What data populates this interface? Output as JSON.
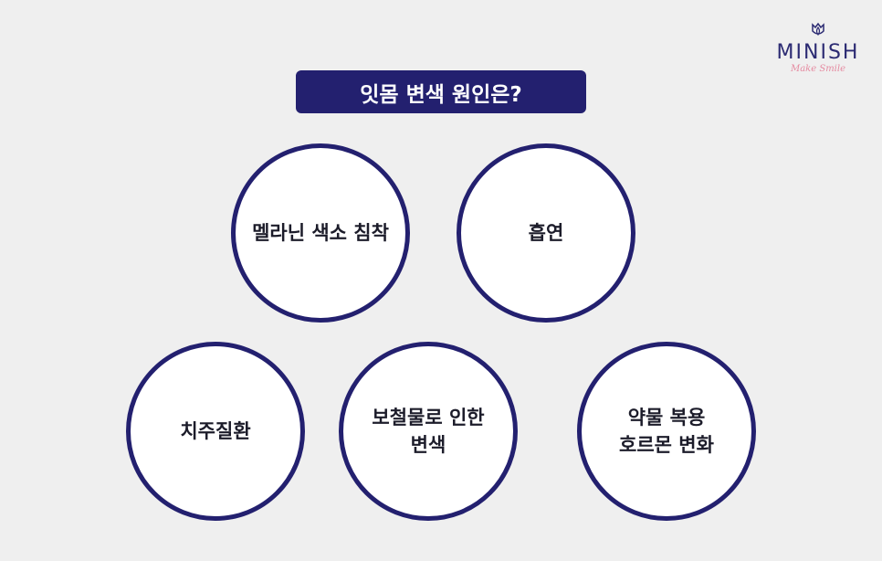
{
  "logo": {
    "mark_icon": "tulip-icon",
    "name": "MINISH",
    "tagline": "Make Smile"
  },
  "title": "잇몸 변색 원인은?",
  "causes": [
    {
      "lines": [
        "멜라닌 색소 침착"
      ]
    },
    {
      "lines": [
        "흡연"
      ]
    },
    {
      "lines": [
        "치주질환"
      ]
    },
    {
      "lines": [
        "보철물로 인한",
        "변색"
      ]
    },
    {
      "lines": [
        "약물 복용",
        "호르몬 변화"
      ]
    }
  ],
  "colors": {
    "accent": "#23206f",
    "background": "#efefef",
    "tagline": "#e58aa0"
  }
}
